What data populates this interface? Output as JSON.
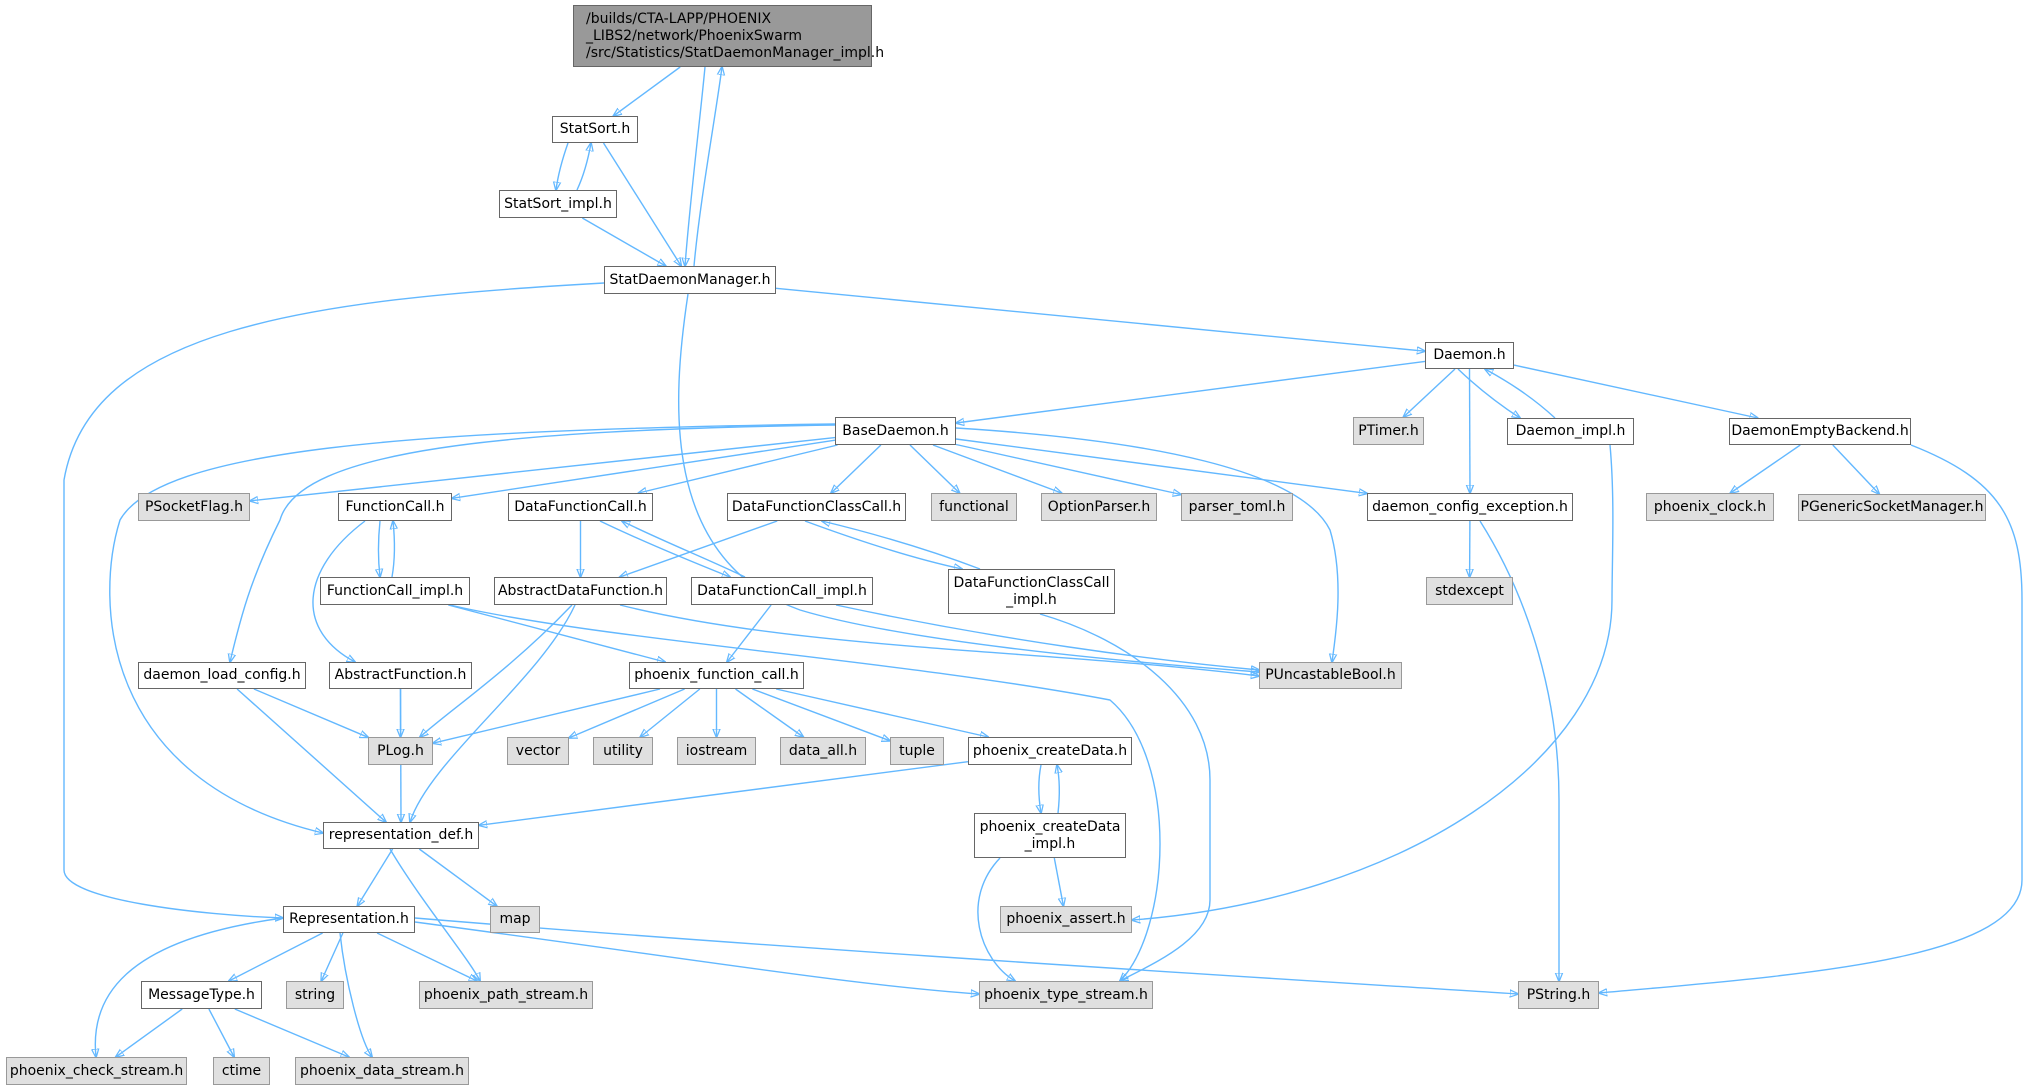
{
  "graph": {
    "title": "Include dependency graph for StatDaemonManager_impl.h",
    "colors": {
      "edge": "#63b8ff",
      "root_fill": "#999999",
      "local_fill": "#ffffff",
      "external_fill": "#e0e0e0",
      "border": "#666666"
    },
    "nodes": [
      {
        "id": "root",
        "label": "/builds/CTA-LAPP/PHOENIX\n_LIBS2/network/PhoenixSwarm\n/src/Statistics/StatDaemonManager_impl.h",
        "kind": "root"
      },
      {
        "id": "StatSort",
        "label": "StatSort.h",
        "kind": "local"
      },
      {
        "id": "StatSort_impl",
        "label": "StatSort_impl.h",
        "kind": "local"
      },
      {
        "id": "StatDaemonManager",
        "label": "StatDaemonManager.h",
        "kind": "local"
      },
      {
        "id": "Daemon",
        "label": "Daemon.h",
        "kind": "local"
      },
      {
        "id": "BaseDaemon",
        "label": "BaseDaemon.h",
        "kind": "local"
      },
      {
        "id": "PTimer",
        "label": "PTimer.h",
        "kind": "external"
      },
      {
        "id": "Daemon_impl",
        "label": "Daemon_impl.h",
        "kind": "local"
      },
      {
        "id": "DaemonEmptyBackend",
        "label": "DaemonEmptyBackend.h",
        "kind": "local"
      },
      {
        "id": "PSocketFlag",
        "label": "PSocketFlag.h",
        "kind": "external"
      },
      {
        "id": "FunctionCall",
        "label": "FunctionCall.h",
        "kind": "local"
      },
      {
        "id": "DataFunctionCall",
        "label": "DataFunctionCall.h",
        "kind": "local"
      },
      {
        "id": "DataFunctionClassCall",
        "label": "DataFunctionClassCall.h",
        "kind": "local"
      },
      {
        "id": "functional",
        "label": "functional",
        "kind": "external"
      },
      {
        "id": "OptionParser",
        "label": "OptionParser.h",
        "kind": "external"
      },
      {
        "id": "parser_toml",
        "label": "parser_toml.h",
        "kind": "external"
      },
      {
        "id": "daemon_config_exception",
        "label": "daemon_config_exception.h",
        "kind": "local"
      },
      {
        "id": "phoenix_clock",
        "label": "phoenix_clock.h",
        "kind": "external"
      },
      {
        "id": "PGenericSocketManager",
        "label": "PGenericSocketManager.h",
        "kind": "external"
      },
      {
        "id": "FunctionCall_impl",
        "label": "FunctionCall_impl.h",
        "kind": "local"
      },
      {
        "id": "AbstractDataFunction",
        "label": "AbstractDataFunction.h",
        "kind": "local"
      },
      {
        "id": "DataFunctionCall_impl",
        "label": "DataFunctionCall_impl.h",
        "kind": "local"
      },
      {
        "id": "DataFunctionClassCall_impl",
        "label": "DataFunctionClassCall\n_impl.h",
        "kind": "local"
      },
      {
        "id": "stdexcept",
        "label": "stdexcept",
        "kind": "external"
      },
      {
        "id": "daemon_load_config",
        "label": "daemon_load_config.h",
        "kind": "local"
      },
      {
        "id": "AbstractFunction",
        "label": "AbstractFunction.h",
        "kind": "local"
      },
      {
        "id": "phoenix_function_call",
        "label": "phoenix_function_call.h",
        "kind": "local"
      },
      {
        "id": "PUncastableBool",
        "label": "PUncastableBool.h",
        "kind": "external"
      },
      {
        "id": "PLog",
        "label": "PLog.h",
        "kind": "external"
      },
      {
        "id": "vector",
        "label": "vector",
        "kind": "external"
      },
      {
        "id": "utility",
        "label": "utility",
        "kind": "external"
      },
      {
        "id": "iostream",
        "label": "iostream",
        "kind": "external"
      },
      {
        "id": "data_all",
        "label": "data_all.h",
        "kind": "external"
      },
      {
        "id": "tuple",
        "label": "tuple",
        "kind": "external"
      },
      {
        "id": "phoenix_createData",
        "label": "phoenix_createData.h",
        "kind": "local"
      },
      {
        "id": "representation_def",
        "label": "representation_def.h",
        "kind": "local"
      },
      {
        "id": "phoenix_createData_impl",
        "label": "phoenix_createData\n_impl.h",
        "kind": "local"
      },
      {
        "id": "Representation",
        "label": "Representation.h",
        "kind": "local"
      },
      {
        "id": "map",
        "label": "map",
        "kind": "external"
      },
      {
        "id": "phoenix_assert",
        "label": "phoenix_assert.h",
        "kind": "external"
      },
      {
        "id": "MessageType",
        "label": "MessageType.h",
        "kind": "local"
      },
      {
        "id": "string",
        "label": "string",
        "kind": "external"
      },
      {
        "id": "phoenix_path_stream",
        "label": "phoenix_path_stream.h",
        "kind": "external"
      },
      {
        "id": "phoenix_type_stream",
        "label": "phoenix_type_stream.h",
        "kind": "external"
      },
      {
        "id": "PString",
        "label": "PString.h",
        "kind": "external"
      },
      {
        "id": "phoenix_check_stream",
        "label": "phoenix_check_stream.h",
        "kind": "external"
      },
      {
        "id": "ctime",
        "label": "ctime",
        "kind": "external"
      },
      {
        "id": "phoenix_data_stream",
        "label": "phoenix_data_stream.h",
        "kind": "external"
      }
    ],
    "edges": [
      [
        "root",
        "StatSort"
      ],
      [
        "root",
        "StatDaemonManager"
      ],
      [
        "StatSort",
        "StatSort_impl"
      ],
      [
        "StatSort",
        "StatDaemonManager"
      ],
      [
        "StatSort_impl",
        "StatSort"
      ],
      [
        "StatSort_impl",
        "StatDaemonManager"
      ],
      [
        "StatDaemonManager",
        "root"
      ],
      [
        "StatDaemonManager",
        "Daemon"
      ],
      [
        "StatDaemonManager",
        "Representation"
      ],
      [
        "StatDaemonManager",
        "PUncastableBool"
      ],
      [
        "Daemon",
        "BaseDaemon"
      ],
      [
        "Daemon",
        "PTimer"
      ],
      [
        "Daemon",
        "Daemon_impl"
      ],
      [
        "Daemon",
        "daemon_config_exception"
      ],
      [
        "Daemon",
        "DaemonEmptyBackend"
      ],
      [
        "Daemon_impl",
        "Daemon"
      ],
      [
        "Daemon_impl",
        "phoenix_assert"
      ],
      [
        "DaemonEmptyBackend",
        "phoenix_clock"
      ],
      [
        "DaemonEmptyBackend",
        "PGenericSocketManager"
      ],
      [
        "DaemonEmptyBackend",
        "PString"
      ],
      [
        "BaseDaemon",
        "PSocketFlag"
      ],
      [
        "BaseDaemon",
        "FunctionCall"
      ],
      [
        "BaseDaemon",
        "DataFunctionCall"
      ],
      [
        "BaseDaemon",
        "DataFunctionClassCall"
      ],
      [
        "BaseDaemon",
        "functional"
      ],
      [
        "BaseDaemon",
        "OptionParser"
      ],
      [
        "BaseDaemon",
        "parser_toml"
      ],
      [
        "BaseDaemon",
        "daemon_config_exception"
      ],
      [
        "BaseDaemon",
        "PUncastableBool"
      ],
      [
        "BaseDaemon",
        "daemon_load_config"
      ],
      [
        "BaseDaemon",
        "representation_def"
      ],
      [
        "daemon_config_exception",
        "stdexcept"
      ],
      [
        "daemon_config_exception",
        "PString"
      ],
      [
        "FunctionCall",
        "FunctionCall_impl"
      ],
      [
        "FunctionCall",
        "AbstractFunction"
      ],
      [
        "FunctionCall_impl",
        "FunctionCall"
      ],
      [
        "FunctionCall_impl",
        "phoenix_function_call"
      ],
      [
        "FunctionCall_impl",
        "phoenix_type_stream"
      ],
      [
        "DataFunctionCall",
        "AbstractDataFunction"
      ],
      [
        "DataFunctionCall",
        "DataFunctionCall_impl"
      ],
      [
        "DataFunctionCall_impl",
        "DataFunctionCall"
      ],
      [
        "DataFunctionCall_impl",
        "phoenix_function_call"
      ],
      [
        "DataFunctionCall_impl",
        "PUncastableBool"
      ],
      [
        "DataFunctionClassCall",
        "AbstractDataFunction"
      ],
      [
        "DataFunctionClassCall",
        "DataFunctionClassCall_impl"
      ],
      [
        "DataFunctionClassCall_impl",
        "DataFunctionClassCall"
      ],
      [
        "DataFunctionClassCall_impl",
        "phoenix_type_stream"
      ],
      [
        "AbstractDataFunction",
        "PLog"
      ],
      [
        "AbstractDataFunction",
        "representation_def"
      ],
      [
        "AbstractDataFunction",
        "PUncastableBool"
      ],
      [
        "AbstractFunction",
        "PLog"
      ],
      [
        "AbstractFunction",
        "representation_def"
      ],
      [
        "daemon_load_config",
        "PLog"
      ],
      [
        "daemon_load_config",
        "representation_def"
      ],
      [
        "phoenix_function_call",
        "PLog"
      ],
      [
        "phoenix_function_call",
        "vector"
      ],
      [
        "phoenix_function_call",
        "utility"
      ],
      [
        "phoenix_function_call",
        "iostream"
      ],
      [
        "phoenix_function_call",
        "data_all"
      ],
      [
        "phoenix_function_call",
        "tuple"
      ],
      [
        "phoenix_function_call",
        "phoenix_createData"
      ],
      [
        "phoenix_createData",
        "representation_def"
      ],
      [
        "phoenix_createData",
        "phoenix_createData_impl"
      ],
      [
        "phoenix_createData_impl",
        "phoenix_createData"
      ],
      [
        "phoenix_createData_impl",
        "phoenix_assert"
      ],
      [
        "phoenix_createData_impl",
        "phoenix_type_stream"
      ],
      [
        "representation_def",
        "Representation"
      ],
      [
        "representation_def",
        "map"
      ],
      [
        "representation_def",
        "phoenix_path_stream"
      ],
      [
        "Representation",
        "MessageType"
      ],
      [
        "Representation",
        "string"
      ],
      [
        "Representation",
        "phoenix_path_stream"
      ],
      [
        "Representation",
        "phoenix_type_stream"
      ],
      [
        "Representation",
        "PString"
      ],
      [
        "Representation",
        "phoenix_check_stream"
      ],
      [
        "Representation",
        "phoenix_data_stream"
      ],
      [
        "MessageType",
        "phoenix_check_stream"
      ],
      [
        "MessageType",
        "ctime"
      ],
      [
        "MessageType",
        "phoenix_data_stream"
      ]
    ]
  }
}
